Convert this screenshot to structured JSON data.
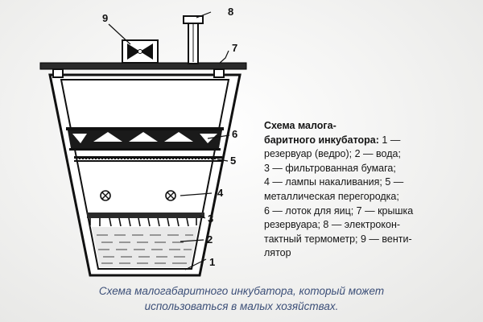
{
  "diagram": {
    "part_numbers": [
      "1",
      "2",
      "3",
      "4",
      "5",
      "6",
      "7",
      "8",
      "9"
    ]
  },
  "legend": {
    "lines": [
      {
        "bold": "Схема малога-",
        "text": ""
      },
      {
        "bold": "баритного инкубатора:",
        "text": " 1 —"
      },
      {
        "bold": "",
        "text": "резервуар (ведро); 2 — вода;"
      },
      {
        "bold": "",
        "text": "3 — фильтрованная бумага;"
      },
      {
        "bold": "",
        "text": "4 — лампы накаливания; 5 —"
      },
      {
        "bold": "",
        "text": "металлическая перегородка;"
      },
      {
        "bold": "",
        "text": "6 — лоток для яиц; 7 — крышка"
      },
      {
        "bold": "",
        "text": "резервуара; 8 — электрокон-"
      },
      {
        "bold": "",
        "text": "тактный термометр; 9 — венти-"
      },
      {
        "bold": "",
        "text": "лятор"
      }
    ]
  },
  "caption": {
    "line1": "Схема малогабаритного инкубатора, который может",
    "line2": "использоваться в малых хозяйствах."
  }
}
